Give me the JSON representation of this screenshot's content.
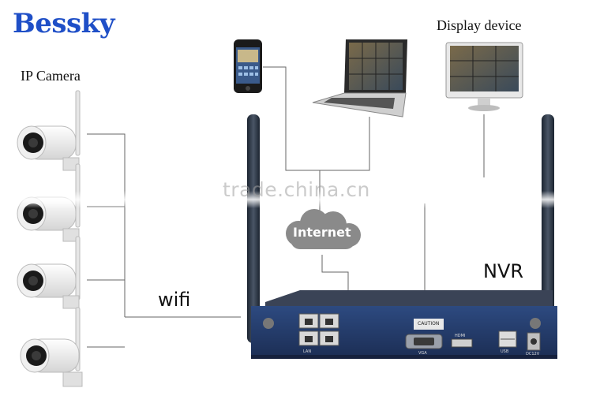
{
  "brand": "Bessky",
  "labels": {
    "ip_camera": "IP Camera",
    "display_device": "Display device",
    "internet": "Internet",
    "nvr": "NVR",
    "wifi": "wifi"
  },
  "watermark": "trade.china.cn",
  "nvr_panel": {
    "caution": "CAUTION",
    "port_lan": "LAN",
    "port_hdmi": "HDMI",
    "port_vga": "VGA",
    "port_usb": "USB",
    "port_power": "DC12V"
  },
  "colors": {
    "brand": "#1f4fc7",
    "line": "#666666",
    "nvr_front": "#243a66",
    "nvr_top": "#3a4356",
    "cloud": "#8a8a8a"
  }
}
